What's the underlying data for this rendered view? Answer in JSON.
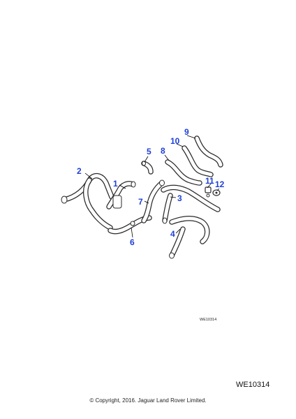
{
  "diagram": {
    "callouts": {
      "c1": "1",
      "c2": "2",
      "c3": "3",
      "c4": "4",
      "c5": "5",
      "c6": "6",
      "c7": "7",
      "c8": "8",
      "c9": "9",
      "c10": "10",
      "c11": "11",
      "c12": "12"
    },
    "ref_small": "WE10314"
  },
  "footer": {
    "ref_large": "WE10314",
    "copyright": "© Copyright, 2016. Jaguar Land Rover Limited."
  },
  "colors": {
    "callout": "#1e3fd8",
    "line": "#2a2a2a"
  }
}
